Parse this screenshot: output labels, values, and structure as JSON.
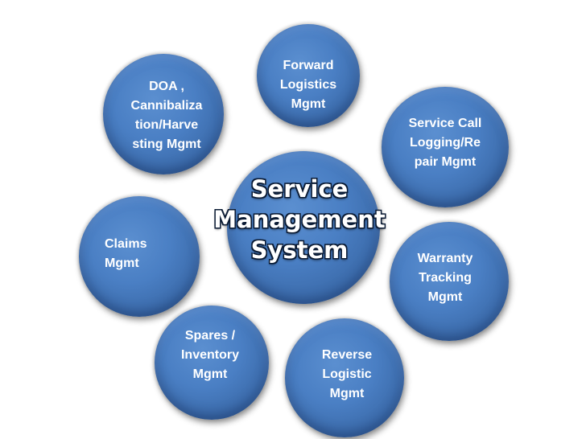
{
  "center": {
    "label": "Service\nManagement\nSystem"
  },
  "nodes": {
    "forward_logistics": "Forward\nLogistics\nMgmt",
    "doa": "DOA ,\nCannibaliza\ntion/Harve\nsting Mgmt",
    "service_call": "Service Call\nLogging/Re\npair Mgmt",
    "claims": "Claims\nMgmt",
    "warranty": "Warranty\nTracking\nMgmt",
    "spares": "Spares /\nInventory\nMgmt",
    "reverse": "Reverse\nLogistic\nMgmt"
  },
  "colors": {
    "node_fill": "#4a7fc4",
    "text": "#ffffff"
  }
}
